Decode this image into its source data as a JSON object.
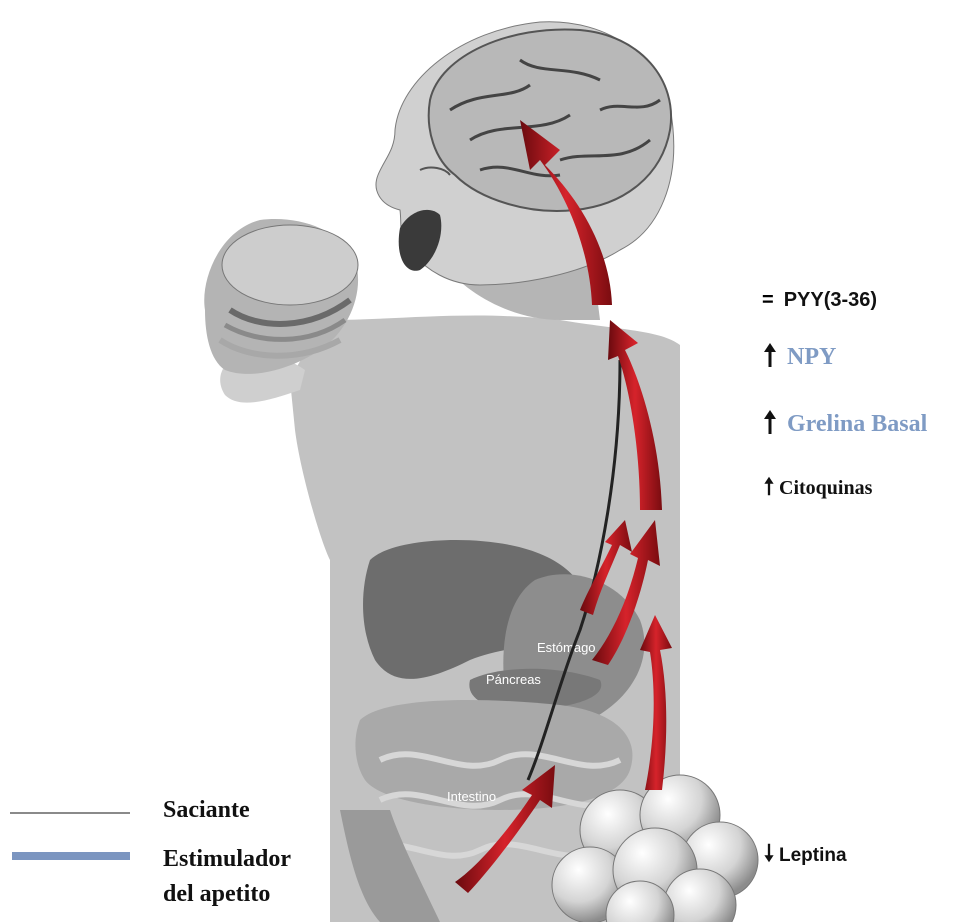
{
  "organ_labels": {
    "stomach": "Estómago",
    "pancreas": "Páncreas",
    "intestine": "Intestino"
  },
  "hormones": [
    {
      "symbol": "=",
      "label": "PYY(3-36)"
    },
    {
      "symbol": "up-arrow-icon",
      "label": "NPY"
    },
    {
      "symbol": "up-arrow-icon",
      "label": "Grelina Basal"
    },
    {
      "symbol": "up-arrow-icon",
      "label": "Citoquinas"
    },
    {
      "symbol": "down-arrow-icon",
      "label": "Leptina"
    }
  ],
  "legend": {
    "satiating_label": "Saciante",
    "appetite_label_line1": "Estimulador",
    "appetite_label_line2": "del apetito"
  },
  "colors": {
    "arrow_red": "#b3141c",
    "appetite_blue": "#7b95c0",
    "satiating_gray": "#8a8a8a"
  }
}
